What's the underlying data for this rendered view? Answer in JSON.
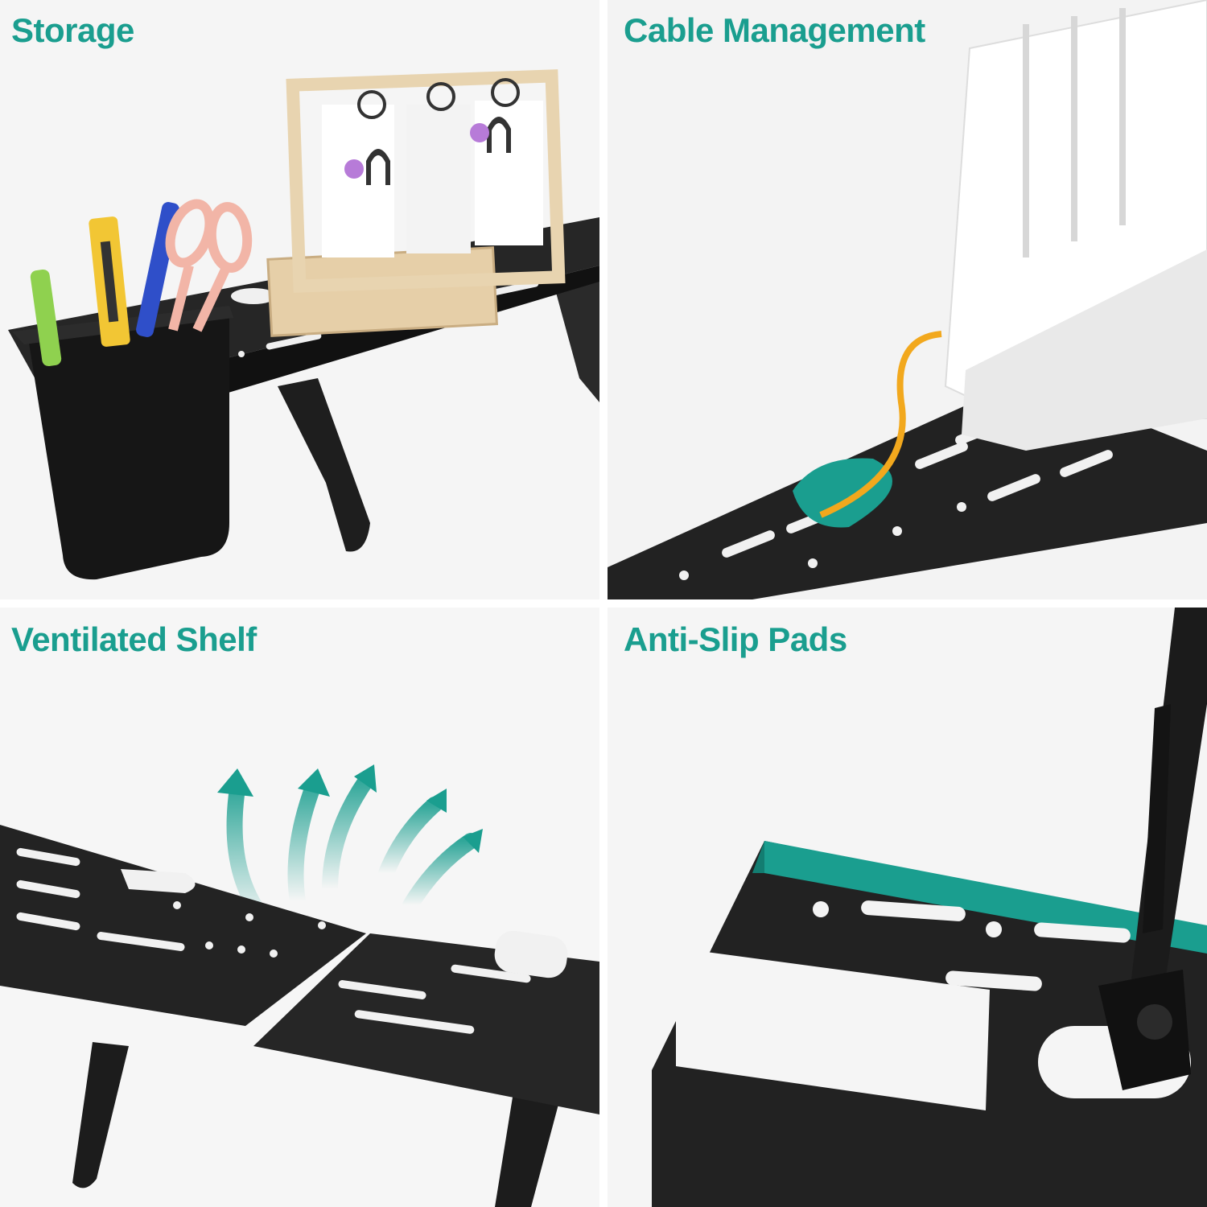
{
  "colors": {
    "accent": "#1a9e8f",
    "shelf": "#1c1c1c",
    "background": "#f4f4f4",
    "wood": "#e6cfa8"
  },
  "panels": [
    {
      "title": "Storage"
    },
    {
      "title": "Cable Management"
    },
    {
      "title": "Ventilated Shelf"
    },
    {
      "title": "Anti-Slip Pads"
    }
  ]
}
